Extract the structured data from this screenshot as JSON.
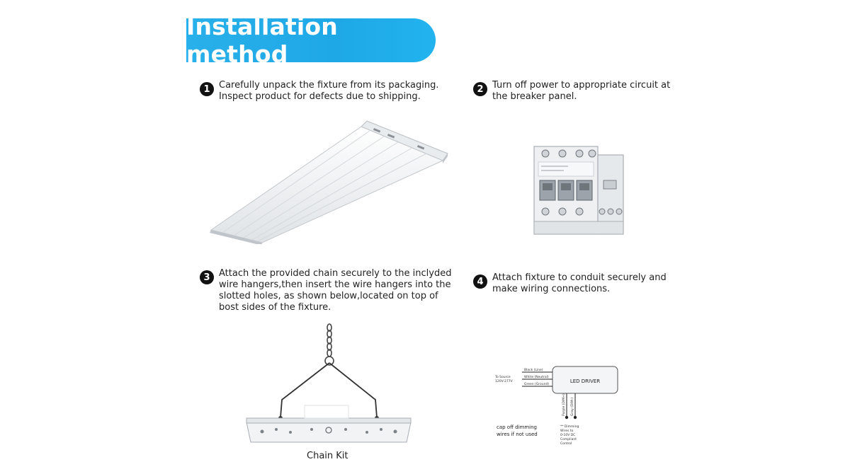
{
  "banner": {
    "title": "Installation method"
  },
  "steps": [
    {
      "number": "1",
      "lines": [
        "Carefully unpack the fixture from its packaging.",
        "Inspect product for defects due to shipping."
      ]
    },
    {
      "number": "2",
      "lines": [
        "Turn off power to appropriate circuit at",
        "the breaker panel."
      ]
    },
    {
      "number": "3",
      "lines": [
        "Attach the provided chain securely to the inclyded",
        "wire hangers,then insert the wire hangers into the",
        "slotted holes, as shown below,located on top of",
        "bost sides of the fixture."
      ]
    },
    {
      "number": "4",
      "lines": [
        "Attach fixture to conduit securely and",
        "make wiring connections."
      ]
    }
  ],
  "chain_kit": {
    "caption": "Chain Kit"
  },
  "wiring": {
    "driver_label": "LED DRIVER",
    "input_label_1": "To Source",
    "input_label_2": "120V-277V",
    "wire_black": "Black (Line)",
    "wire_white": "White (Neutral)",
    "wire_ground": "Green (Ground)",
    "wire_purple": "Purple (DIM+)",
    "wire_gray": "Gray (DIM-)",
    "note_left_1": "cap off dimming",
    "note_left_2": "wires if not used",
    "note_right_1": "** Dimming",
    "note_right_2": "Wires to",
    "note_right_3": "0-10V DC",
    "note_right_4": "Compliant",
    "note_right_5": "Control"
  },
  "colors": {
    "banner": "#1ea8e6",
    "badge": "#111111"
  }
}
